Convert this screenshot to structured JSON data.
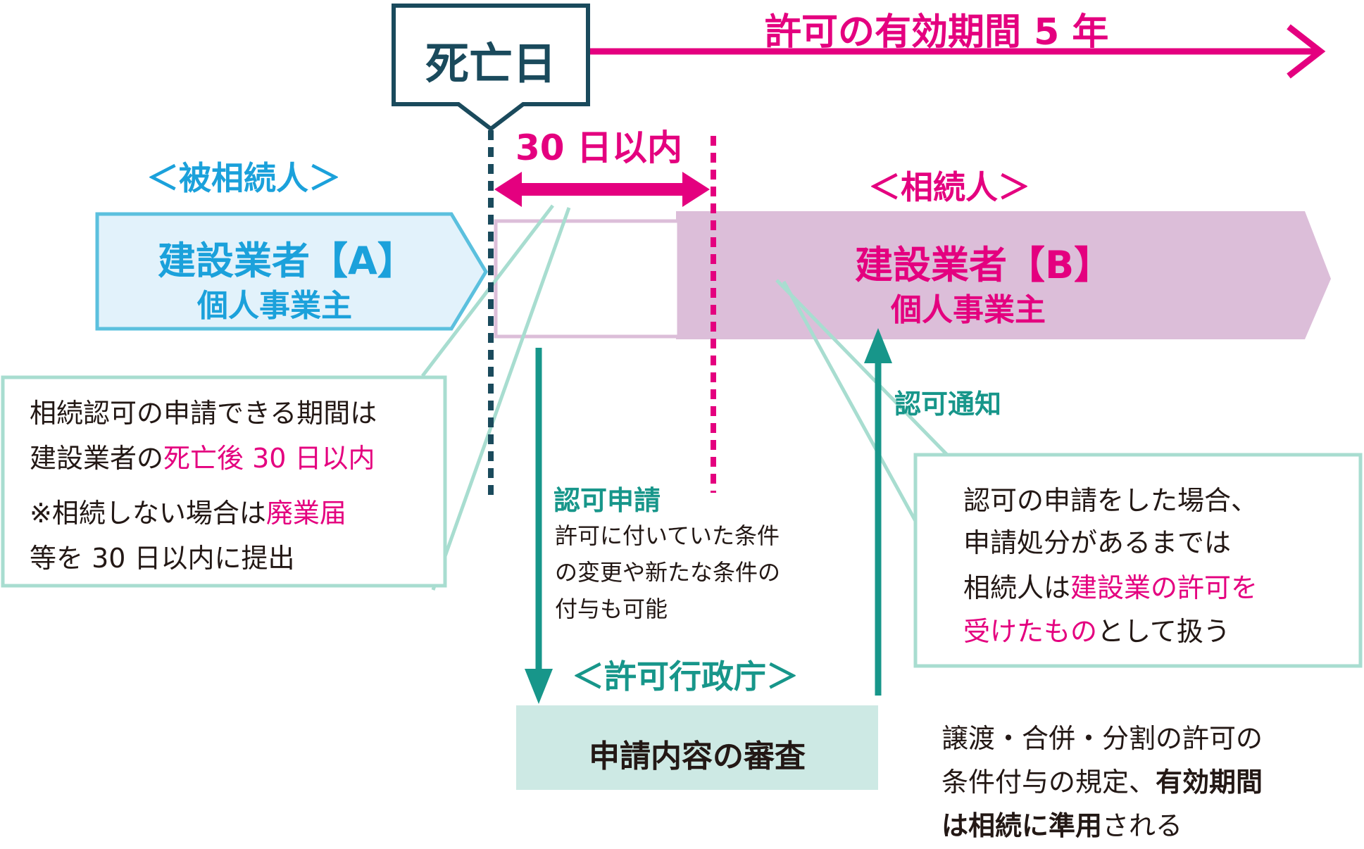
{
  "header": {
    "death_day": "死亡日",
    "validity_period": "許可の有効期間 5 年"
  },
  "timeline": {
    "within_30_days": "30 日以内"
  },
  "decedent": {
    "heading": "＜被相続人＞",
    "business": "建設業者【A】",
    "type": "個人事業主"
  },
  "heir": {
    "heading": "＜相続人＞",
    "business": "建設業者【B】",
    "type": "個人事業主"
  },
  "note_left": {
    "line1": "相続認可の申請できる期間は",
    "line2_prefix": "建設業者の",
    "line2_highlight": "死亡後 30 日以内",
    "line3_prefix": "※相続しない場合は",
    "line3_highlight": "廃業届",
    "line4": "等を 30 日以内に提出"
  },
  "application": {
    "label": "認可申請",
    "desc_line1": "許可に付いていた条件",
    "desc_line2": "の変更や新たな条件の",
    "desc_line3": "付与も可能"
  },
  "notification": {
    "label": "認可通知"
  },
  "authority": {
    "heading": "＜許可行政庁＞",
    "review": "申請内容の審査"
  },
  "note_right": {
    "line1": "認可の申請をした場合、",
    "line2": "申請処分があるまでは",
    "line3_prefix": "相続人は",
    "line3_highlight": "建設業の許可を",
    "line4_highlight": "受けたもの",
    "line4_suffix": "として扱う"
  },
  "footer": {
    "line1": "譲渡・合併・分割の許可の",
    "line2_prefix": "条件付与の規定、",
    "line2_bold": "有効期間",
    "line3_bold": "は相続に準用",
    "line3_suffix": "される"
  },
  "colors": {
    "pink": "#e4007f",
    "blue": "#1ba1db",
    "light_blue_fill": "#e2f2fb",
    "teal": "#17968a",
    "mint_line": "#a8ddd0",
    "mint_fill": "#cde9e4",
    "lavender": "#dcbed9",
    "dark_navy": "#1a4a5c"
  }
}
